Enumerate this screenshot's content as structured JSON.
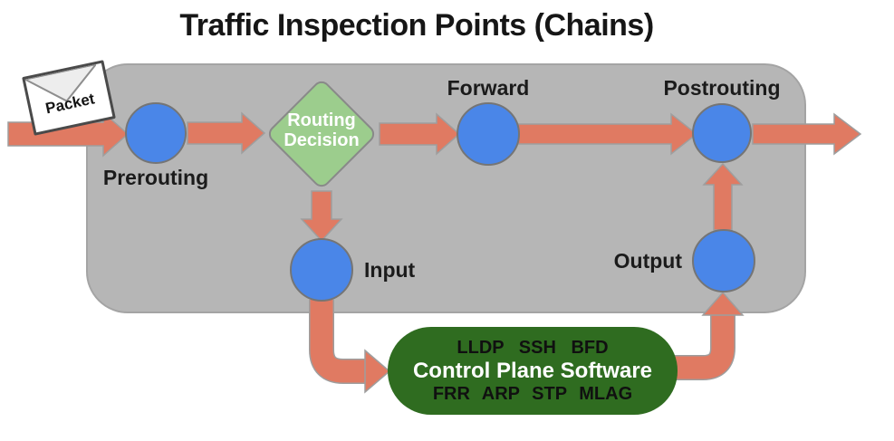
{
  "title": "Traffic Inspection Points (Chains)",
  "packet_label": "Packet",
  "nodes": {
    "prerouting": "Prerouting",
    "forward": "Forward",
    "postrouting": "Postrouting",
    "input": "Input",
    "output": "Output"
  },
  "decision": {
    "line1": "Routing",
    "line2": "Decision"
  },
  "control_plane": {
    "top_row": "LLDP SSH BFD",
    "title": "Control Plane Software",
    "bottom_row": "FRR ARP STP MLAG"
  },
  "colors": {
    "chain_node_blue": "#4A86E8",
    "arrow_salmon": "#E07A62",
    "decision_green": "#9CCD8D",
    "router_body_gray": "#B6B6B6",
    "control_plane_green": "#2F6C20"
  }
}
